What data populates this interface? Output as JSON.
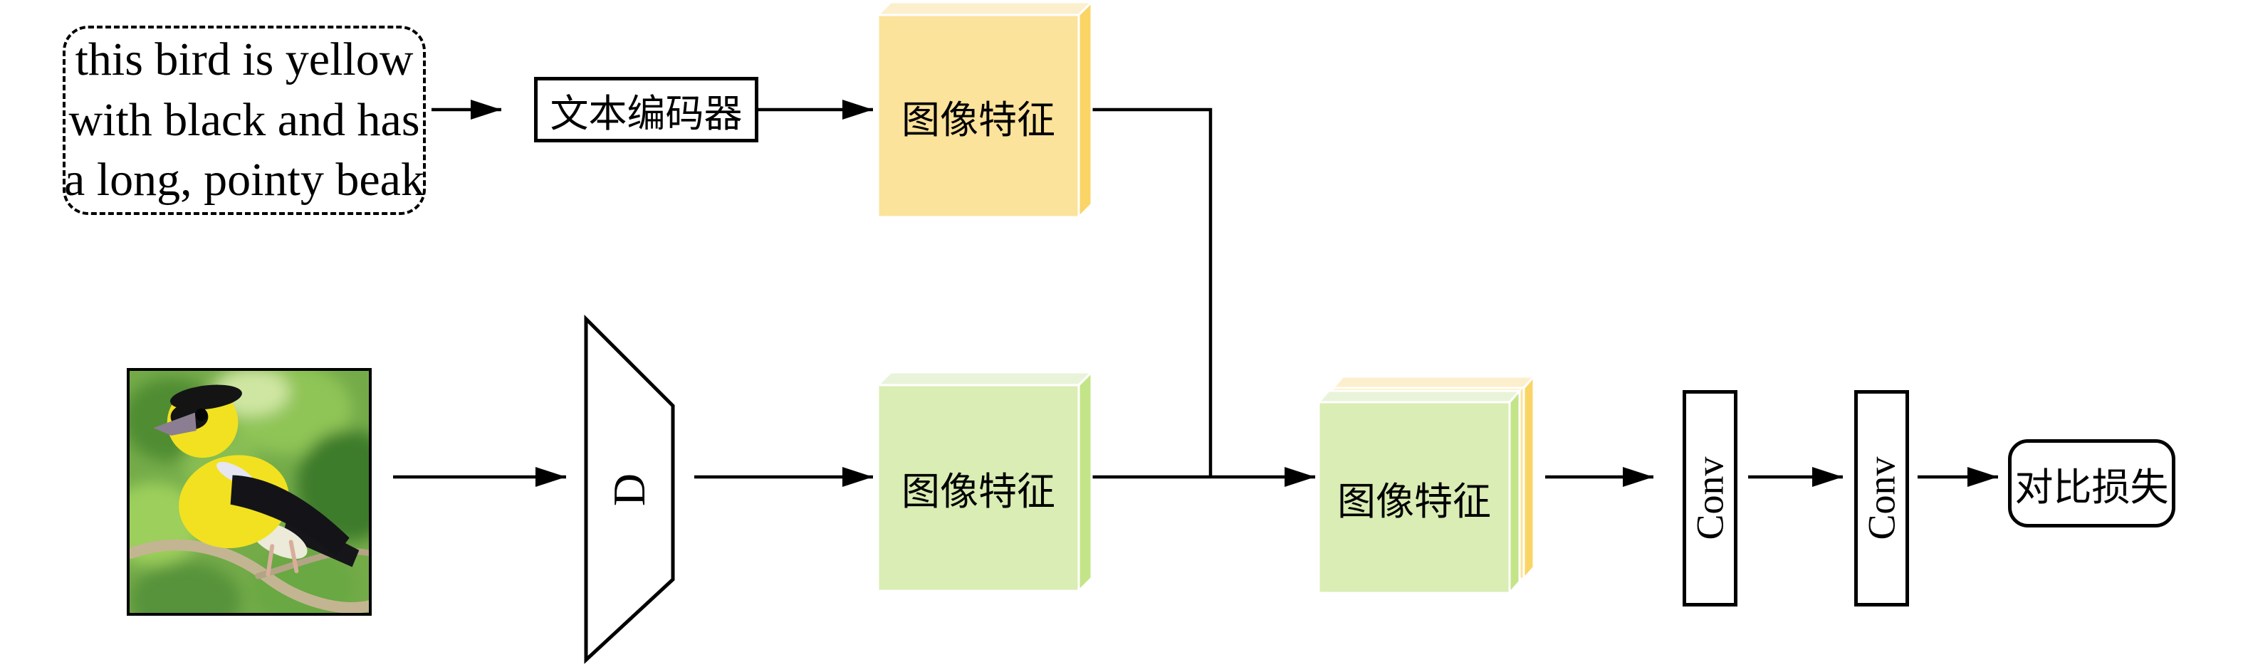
{
  "caption": {
    "lines": [
      "this bird is yellow",
      "with black and has",
      "a long, pointy beak"
    ]
  },
  "nodes": {
    "text_encoder": "文本编码器",
    "text_feature": "图像特征",
    "discriminator": "D",
    "image_feature": "图像特征",
    "fused_feature": "图像特征",
    "conv1": "Conv",
    "conv2": "Conv",
    "loss": "对比损失"
  },
  "colors": {
    "yellow_front": "#FCE39B",
    "yellow_side": "#FAD566",
    "yellow_top": "#FCEFCD",
    "green_front": "#DAEDB4",
    "green_side": "#C3E588",
    "green_top": "#E9F3D9",
    "line": "#000000"
  }
}
